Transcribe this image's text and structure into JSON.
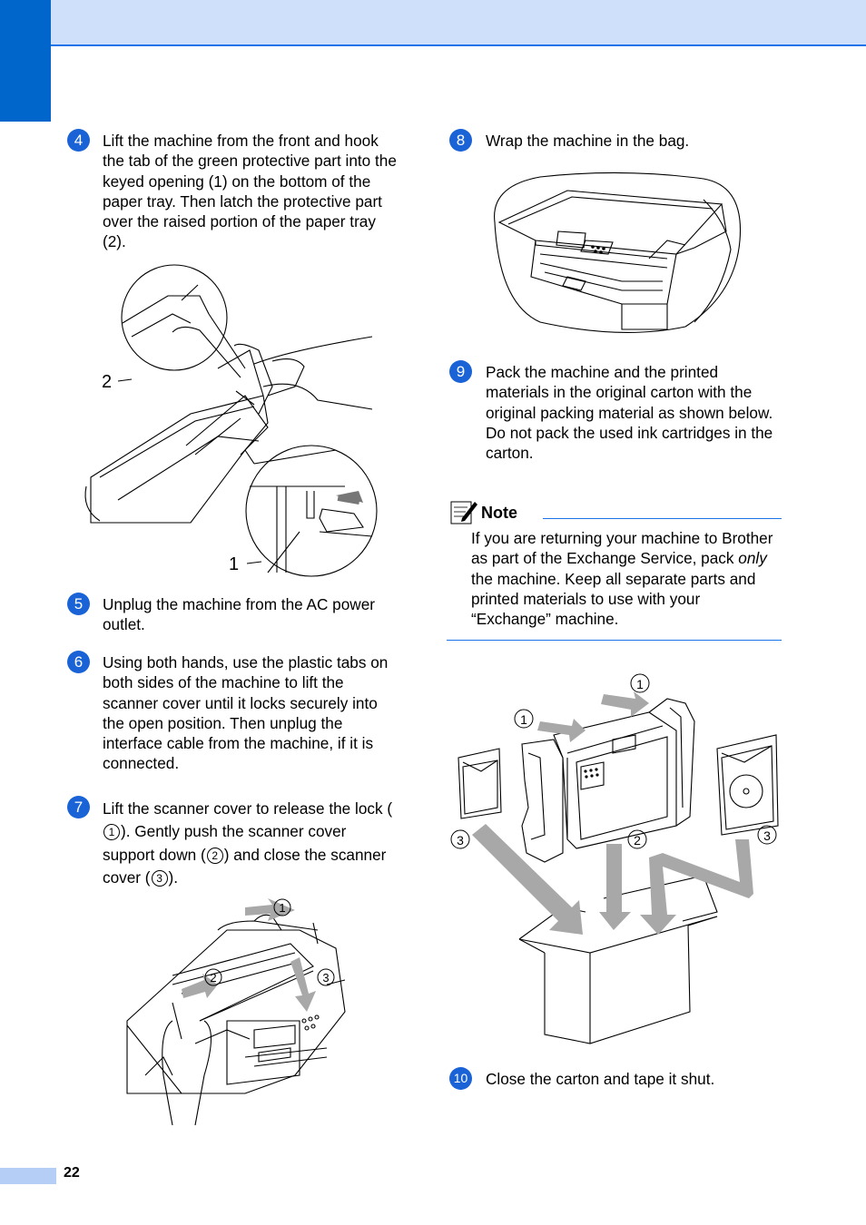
{
  "page": {
    "number": "22"
  },
  "left_column": {
    "step4": {
      "num": "4",
      "text": "Lift the machine from the front and hook the tab of the green protective part into the keyed opening (1) on the bottom of the paper tray. Then latch the protective part over the raised portion of the paper tray (2).",
      "callout_1": "1",
      "callout_2": "2"
    },
    "step5": {
      "num": "5",
      "text": "Unplug the machine from the AC power outlet."
    },
    "step6": {
      "num": "6",
      "text": "Using both hands, use the plastic tabs on both sides of the machine to lift the scanner cover until it locks securely into the open position. Then unplug the interface cable from the machine, if it is connected."
    },
    "step7": {
      "num": "7",
      "text_a": "Lift the scanner cover to release the lock (",
      "c1": "1",
      "text_b": "). Gently push the scanner cover support down (",
      "c2": "2",
      "text_c": ") and close the scanner cover (",
      "c3": "3",
      "text_d": ").",
      "callout_1": "1",
      "callout_2": "2",
      "callout_3": "3"
    }
  },
  "right_column": {
    "step8": {
      "num": "8",
      "text": "Wrap the machine in the bag."
    },
    "step9": {
      "num": "9",
      "text_1": "Pack the machine and the printed materials in the original carton with the original packing material as shown below.",
      "text_2": "Do not pack the used ink cartridges in the carton."
    },
    "note": {
      "title": "Note",
      "text_a": "If you are returning your machine to Brother as part of the Exchange Service, pack ",
      "text_em": "only",
      "text_b": " the machine. Keep all separate parts and printed materials to use with your “Exchange” machine."
    },
    "packing_callouts": {
      "c1a": "1",
      "c1b": "1",
      "c2": "2",
      "c3a": "3",
      "c3b": "3"
    },
    "step10": {
      "num": "10",
      "text": "Close the carton and tape it shut."
    }
  },
  "colors": {
    "accent": "#1a63d6",
    "header_band": "#cfe0fa",
    "corner_tab": "#0066cc",
    "arrow_grey": "#a8a8a8"
  }
}
